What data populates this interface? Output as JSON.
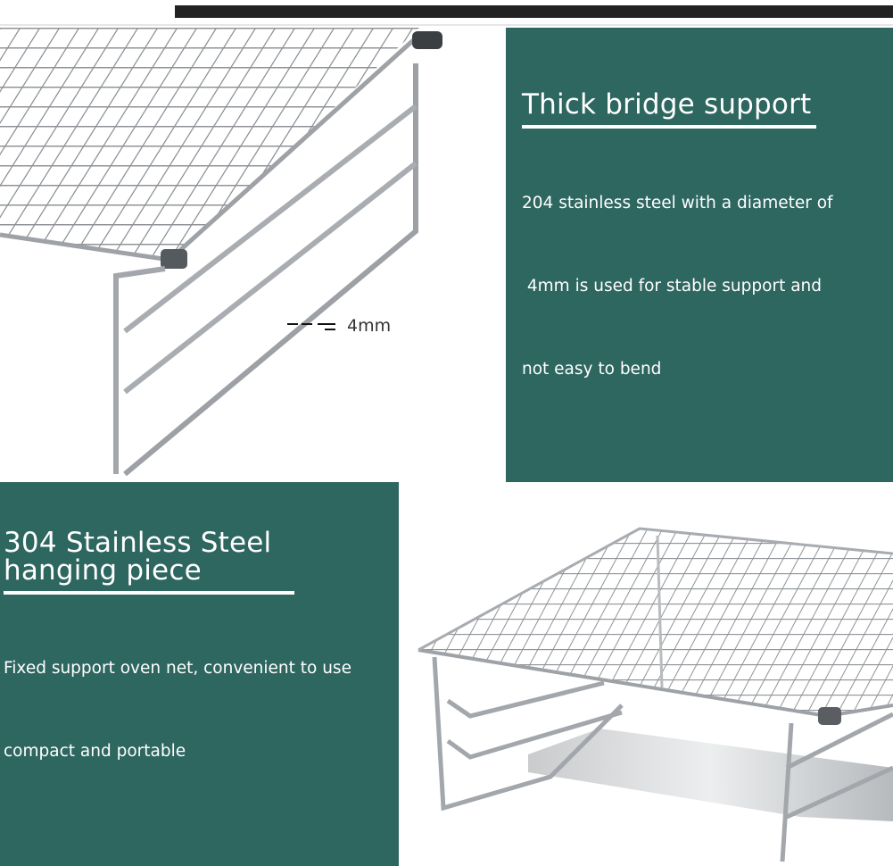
{
  "colors": {
    "panel_bg": "#2e6660",
    "text": "#ffffff",
    "top_bar": "#222222"
  },
  "sections": {
    "bridge_support": {
      "heading": "Thick bridge support",
      "lines": [
        "204 stainless steel with a diameter of",
        " 4mm is used for stable support and",
        "not easy to bend"
      ]
    },
    "hanging_piece": {
      "heading_lines": [
        "304 Stainless Steel",
        "hanging piece"
      ],
      "lines": [
        "Fixed support oven net, convenient to use",
        "compact and portable"
      ]
    }
  },
  "photos": {
    "top": {
      "subject": "stainless steel grill rack close-up",
      "dimension_label": "4mm"
    },
    "bottom": {
      "subject": "folding stainless steel grill rack with base plate"
    }
  }
}
